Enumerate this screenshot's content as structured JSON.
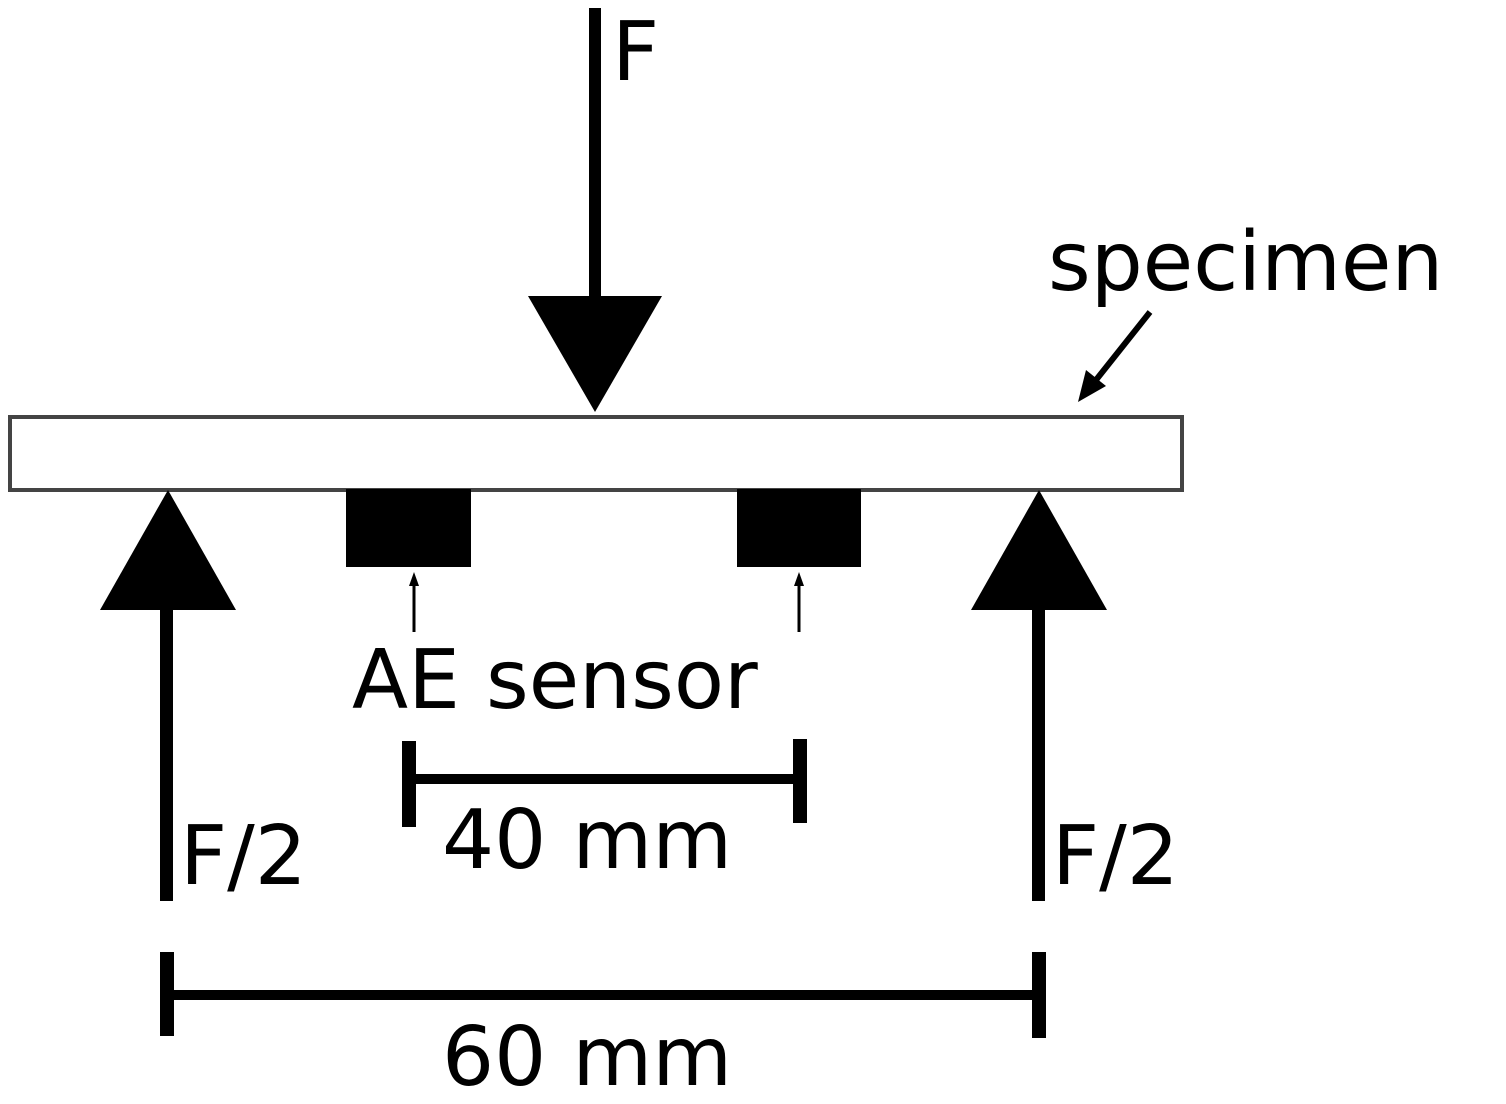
{
  "labels": {
    "applied_force": "F",
    "specimen": "specimen",
    "left_reaction": "F/2",
    "right_reaction": "F/2",
    "sensor": "AE sensor",
    "sensor_spacing": "40 mm",
    "support_span": "60 mm"
  },
  "colors": {
    "stroke": "#000000",
    "specimen_fill": "#ffffff"
  }
}
